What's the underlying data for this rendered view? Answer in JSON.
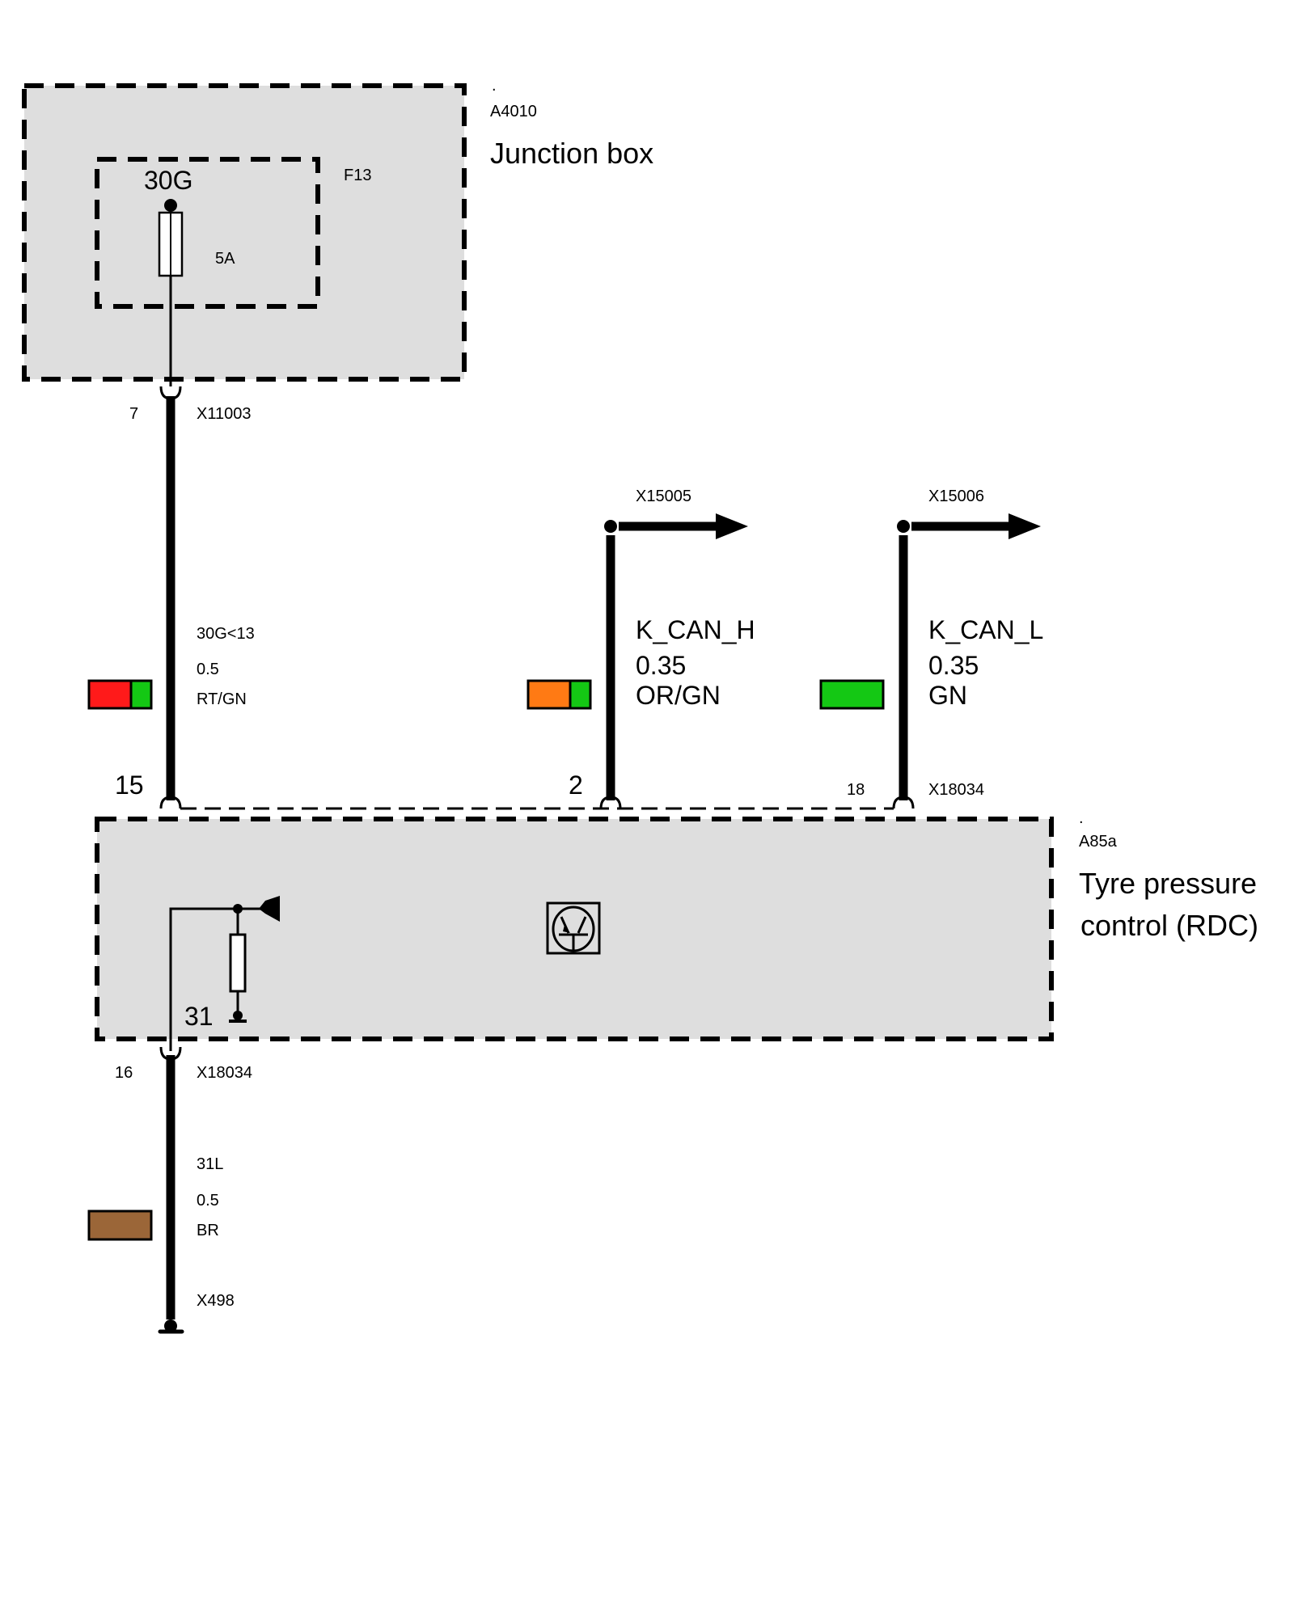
{
  "junction_box": {
    "dot": ".",
    "id": "A4010",
    "title": "Junction box",
    "fuse": {
      "id": "F13",
      "terminal": "30G",
      "rating": "5A"
    }
  },
  "rdc_module": {
    "dot": ".",
    "id": "A85a",
    "title_line1": "Tyre pressure",
    "title_line2": "control (RDC)",
    "ground_terminal": "31",
    "transistor_icon": "transistor-icon"
  },
  "wires": [
    {
      "name": "supply",
      "pin_top": "7",
      "connector_top": "X11003",
      "signal": "30G<13",
      "gauge": "0.5",
      "color_code": "RT/GN",
      "colors": [
        "#ff1a1a",
        "#14c814"
      ],
      "pin_module": "15"
    },
    {
      "name": "k-can-h",
      "connector_out": "X15005",
      "signal": "K_CAN_H",
      "gauge": "0.35",
      "color_code": "OR/GN",
      "colors": [
        "#ff7a14",
        "#14c814"
      ],
      "pin_module": "2"
    },
    {
      "name": "k-can-l",
      "connector_out": "X15006",
      "signal": "K_CAN_L",
      "gauge": "0.35",
      "color_code": "GN",
      "colors": [
        "#14c814"
      ],
      "pin_module": "18",
      "connector_module": "X18034"
    },
    {
      "name": "ground",
      "pin_module": "16",
      "connector_module": "X18034",
      "signal": "31L",
      "gauge": "0.5",
      "color_code": "BR",
      "colors": [
        "#9b6638"
      ],
      "ground_point": "X498"
    }
  ]
}
